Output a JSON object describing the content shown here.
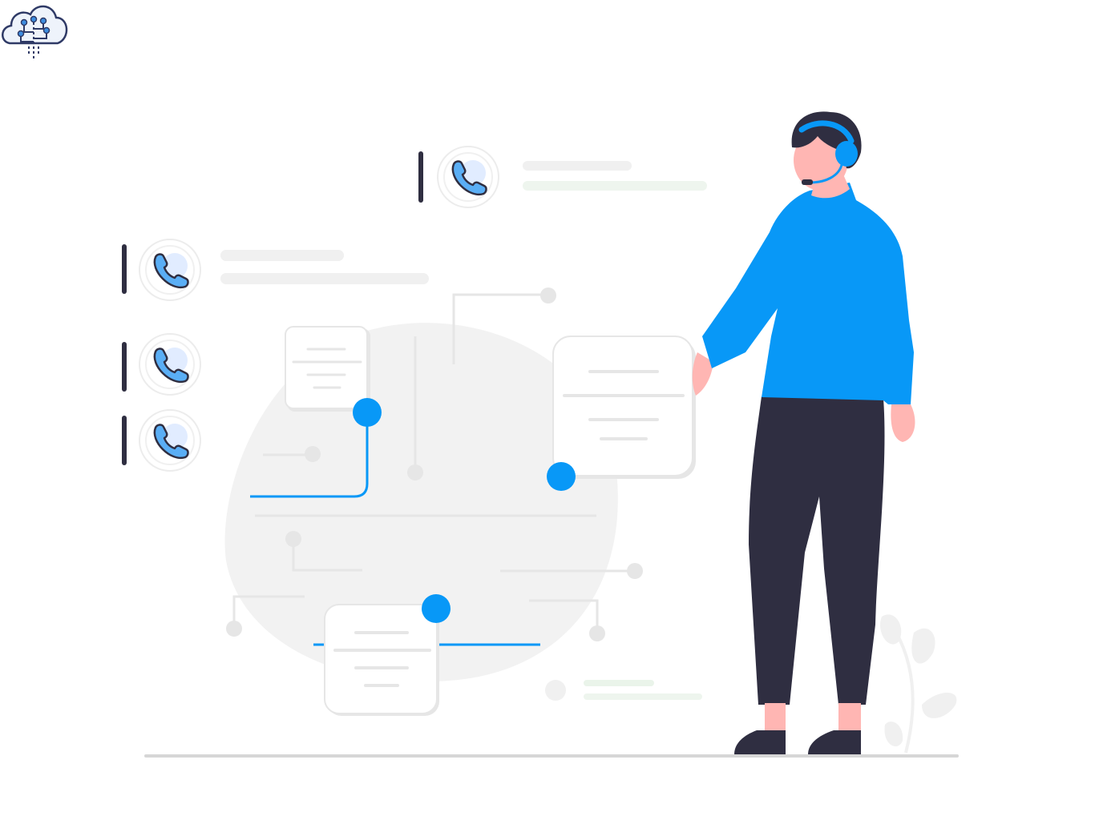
{
  "logo": {
    "icon": "cloud-network-icon"
  },
  "colors": {
    "accent": "#0898f7",
    "dark": "#2f2e41",
    "skin": "#ffb6b3",
    "light_gray": "#f2f2f2",
    "mid_gray": "#e6e6e6",
    "line_gray": "#cccccc"
  },
  "illustration": {
    "subject": "customer-support-agent",
    "call_items": [
      {
        "icon": "phone-icon"
      },
      {
        "icon": "phone-icon"
      },
      {
        "icon": "phone-icon"
      },
      {
        "icon": "phone-icon"
      }
    ],
    "cards": [
      {
        "icon": "document-card"
      },
      {
        "icon": "document-card"
      },
      {
        "icon": "document-card"
      }
    ]
  }
}
